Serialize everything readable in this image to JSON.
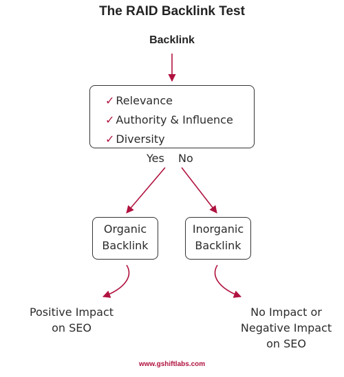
{
  "title": "The RAID Backlink Test",
  "start_node": "Backlink",
  "criteria": {
    "check_icon": "checkmark-icon",
    "items": [
      "Relevance",
      "Authority & Influence",
      "Diversity"
    ]
  },
  "branches": {
    "yes": "Yes",
    "no": "No"
  },
  "nodes": {
    "organic": {
      "line1": "Organic",
      "line2": "Backlink"
    },
    "inorganic": {
      "line1": "Inorganic",
      "line2": "Backlink"
    }
  },
  "outcomes": {
    "positive": {
      "line1": "Positive Impact",
      "line2": "on SEO"
    },
    "negative": {
      "line1": "No Impact or",
      "line2": "Negative Impact",
      "line3": "on SEO"
    }
  },
  "footer": "www.gshiftlabs.com",
  "colors": {
    "accent": "#b0123f",
    "text": "#2b2b2b"
  }
}
